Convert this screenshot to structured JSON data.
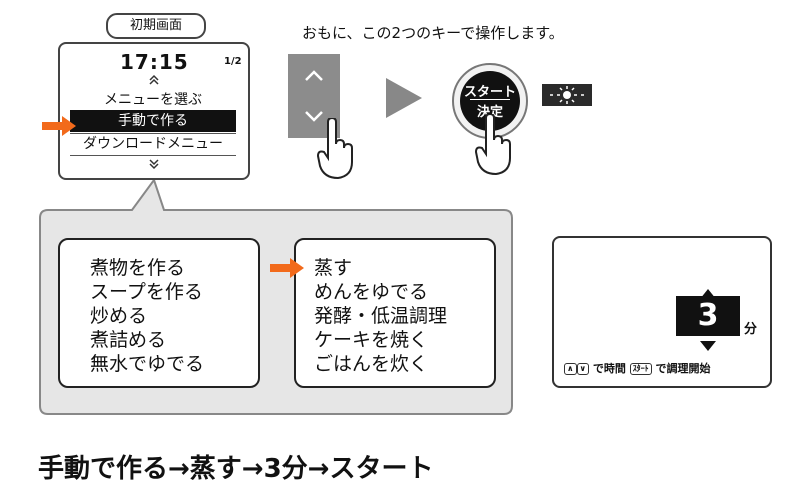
{
  "initial_screen": {
    "tab_label": "初期画面",
    "time": "17:15",
    "page": "1/2",
    "menu_items": [
      "メニューを選ぶ",
      "手動で作る",
      "ダウンロードメニュー"
    ],
    "selected_item": "手動で作る",
    "scroll_up_icon": "chevron-double-up-icon",
    "scroll_down_icon": "chevron-double-down-icon"
  },
  "instruction": {
    "text": "おもに、この2つのキーで操作します。",
    "start_key": [
      "スタート",
      "決定"
    ],
    "icons": [
      "up-key-icon",
      "down-key-icon",
      "play-arrow-icon",
      "hand-pointer-icon",
      "light-icon"
    ]
  },
  "manual_menu": {
    "left": [
      "煮物を作る",
      "スープを作る",
      "炒める",
      "煮詰める",
      "無水でゆでる"
    ],
    "right": [
      "蒸す",
      "めんをゆでる",
      "発酵・低温調理",
      "ケーキを焼く",
      "ごはんを炊く"
    ],
    "selected": "蒸す"
  },
  "timer_screen": {
    "value": "3",
    "unit": "分",
    "keys_small": [
      "∧",
      "∨"
    ],
    "footer_a": "で時間",
    "start_small": "ｽﾀｰﾄ",
    "footer_b": "で調理開始"
  },
  "caption": "手動で作る→蒸す→3分→スタート",
  "colors": {
    "accent_arrow": "#f26a1b",
    "callout_gray": "#e6e6e6",
    "key_gray": "#8c8c8c"
  }
}
